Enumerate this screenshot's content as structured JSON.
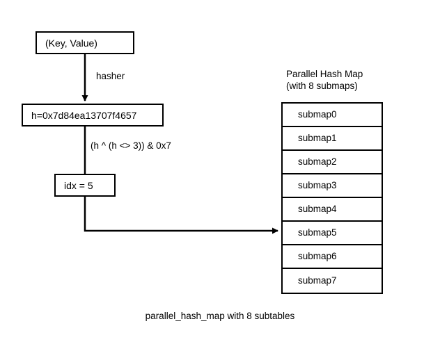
{
  "diagram": {
    "figure_caption": "parallel_hash_map with 8 subtables",
    "nodes": {
      "input": "(Key, Value)",
      "hash": "h=0x7d84ea13707f4657",
      "index": "idx = 5"
    },
    "edge_labels": {
      "hasher": "hasher",
      "index_formula": "(h ^ (h <> 3)) & 0x7"
    },
    "table": {
      "title_line1": "Parallel Hash Map",
      "title_line2": "(with 8 submaps)",
      "rows": [
        "submap0",
        "submap1",
        "submap2",
        "submap3",
        "submap4",
        "submap5",
        "submap6",
        "submap7"
      ],
      "highlighted_row_index": 5
    },
    "colors": {
      "stroke": "#000000",
      "background": "#ffffff",
      "text": "#000000"
    }
  }
}
